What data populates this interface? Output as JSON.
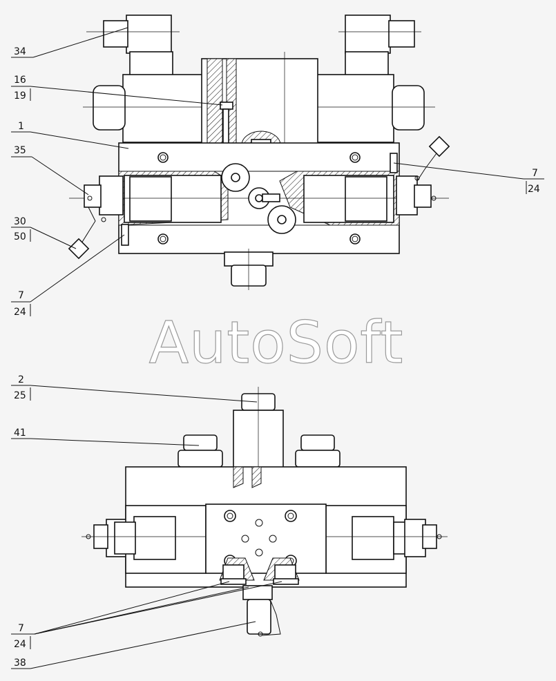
{
  "watermark": "AutoSoft",
  "callouts": {
    "c34": "34",
    "c16": "16",
    "c19": "19",
    "c1": "1",
    "c35": "35",
    "c30": "30",
    "c50": "50",
    "c7_left_top": "7",
    "c24_left_top": "24",
    "c7_right": "7",
    "c24_right": "24",
    "c2": "2",
    "c25": "25",
    "c41": "41",
    "c7_bottom": "7",
    "c24_bottom": "24",
    "c38": "38"
  }
}
